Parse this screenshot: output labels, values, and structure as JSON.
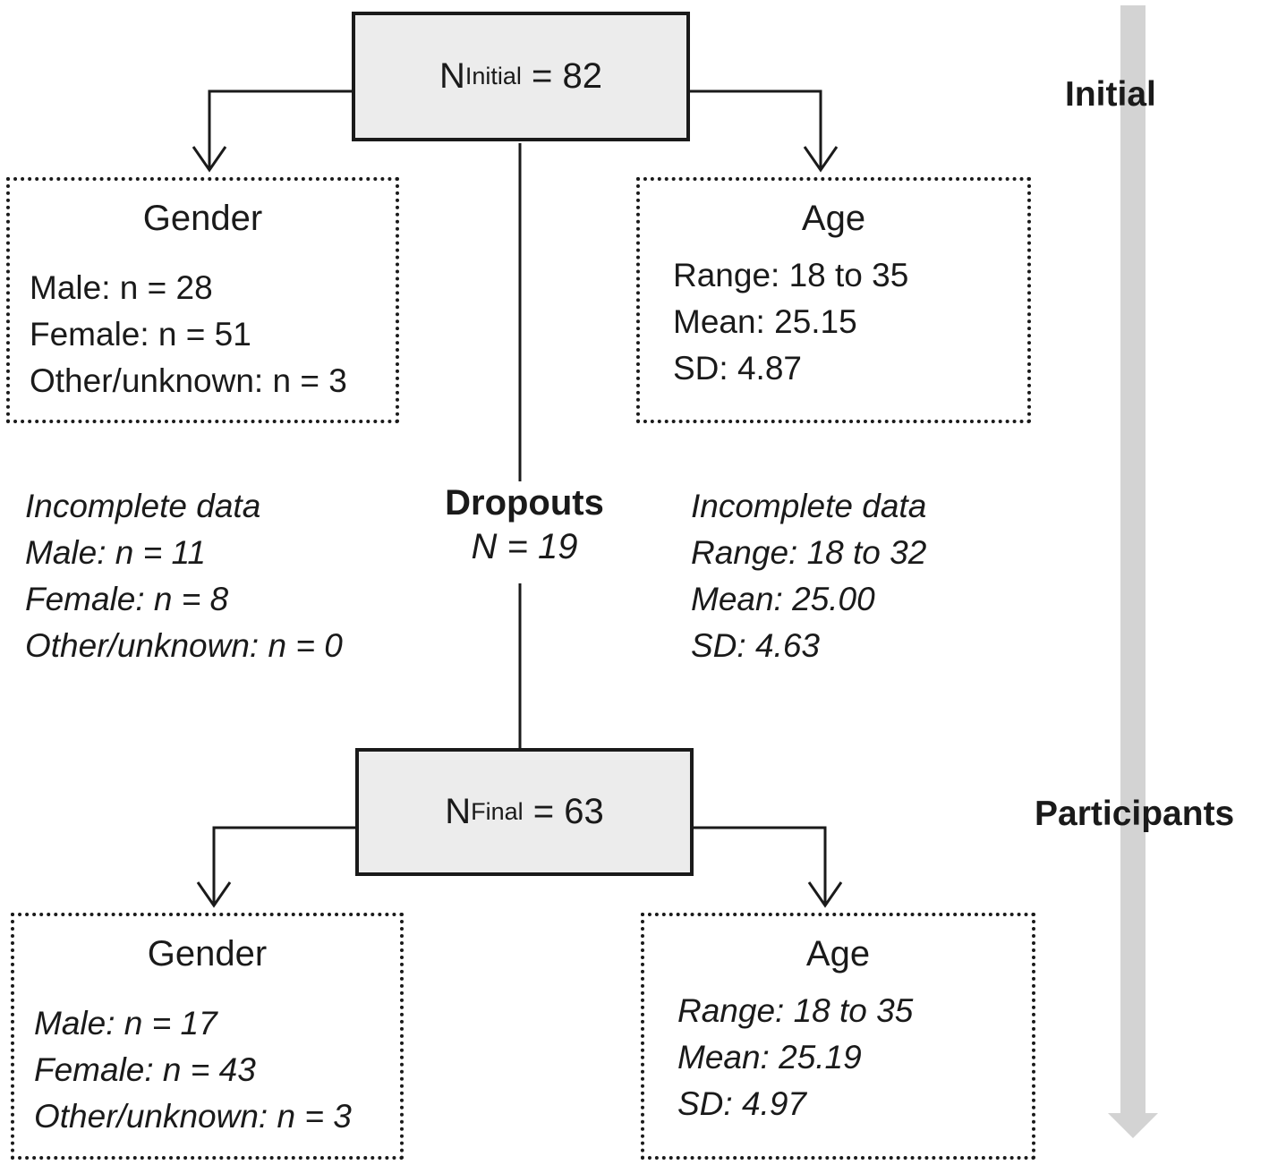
{
  "stages": {
    "initial": "Initial",
    "participants": "Participants"
  },
  "initial": {
    "n_label": "N",
    "n_sub": "Initial",
    "n_rest": "= 82",
    "gender": {
      "title": "Gender",
      "lines": [
        "Male: n = 28",
        "Female: n = 51",
        "Other/unknown: n = 3"
      ]
    },
    "age": {
      "title": "Age",
      "lines": [
        "Range: 18 to 35",
        "Mean: 25.15",
        "SD: 4.87"
      ]
    }
  },
  "dropouts": {
    "title": "Dropouts",
    "n": "N = 19",
    "gender": [
      "Incomplete data",
      "Male: n = 11",
      "Female: n = 8",
      "Other/unknown: n = 0"
    ],
    "age": [
      "Incomplete data",
      "Range: 18 to 32",
      "Mean: 25.00",
      "SD: 4.63"
    ]
  },
  "final": {
    "n_label": "N",
    "n_sub": "Final",
    "n_rest": "= 63",
    "gender": {
      "title": "Gender",
      "lines": [
        "Male: n = 17",
        "Female: n = 43",
        "Other/unknown: n = 3"
      ]
    },
    "age": {
      "title": "Age",
      "lines": [
        "Range: 18 to 35",
        "Mean: 25.19",
        "SD: 4.97"
      ]
    }
  },
  "colors": {
    "box_fill": "#ececec",
    "stroke": "#1a1a1a",
    "timeline_arrow": "#d3d3d3"
  },
  "icons": {
    "timeline": "down-arrow-icon"
  }
}
